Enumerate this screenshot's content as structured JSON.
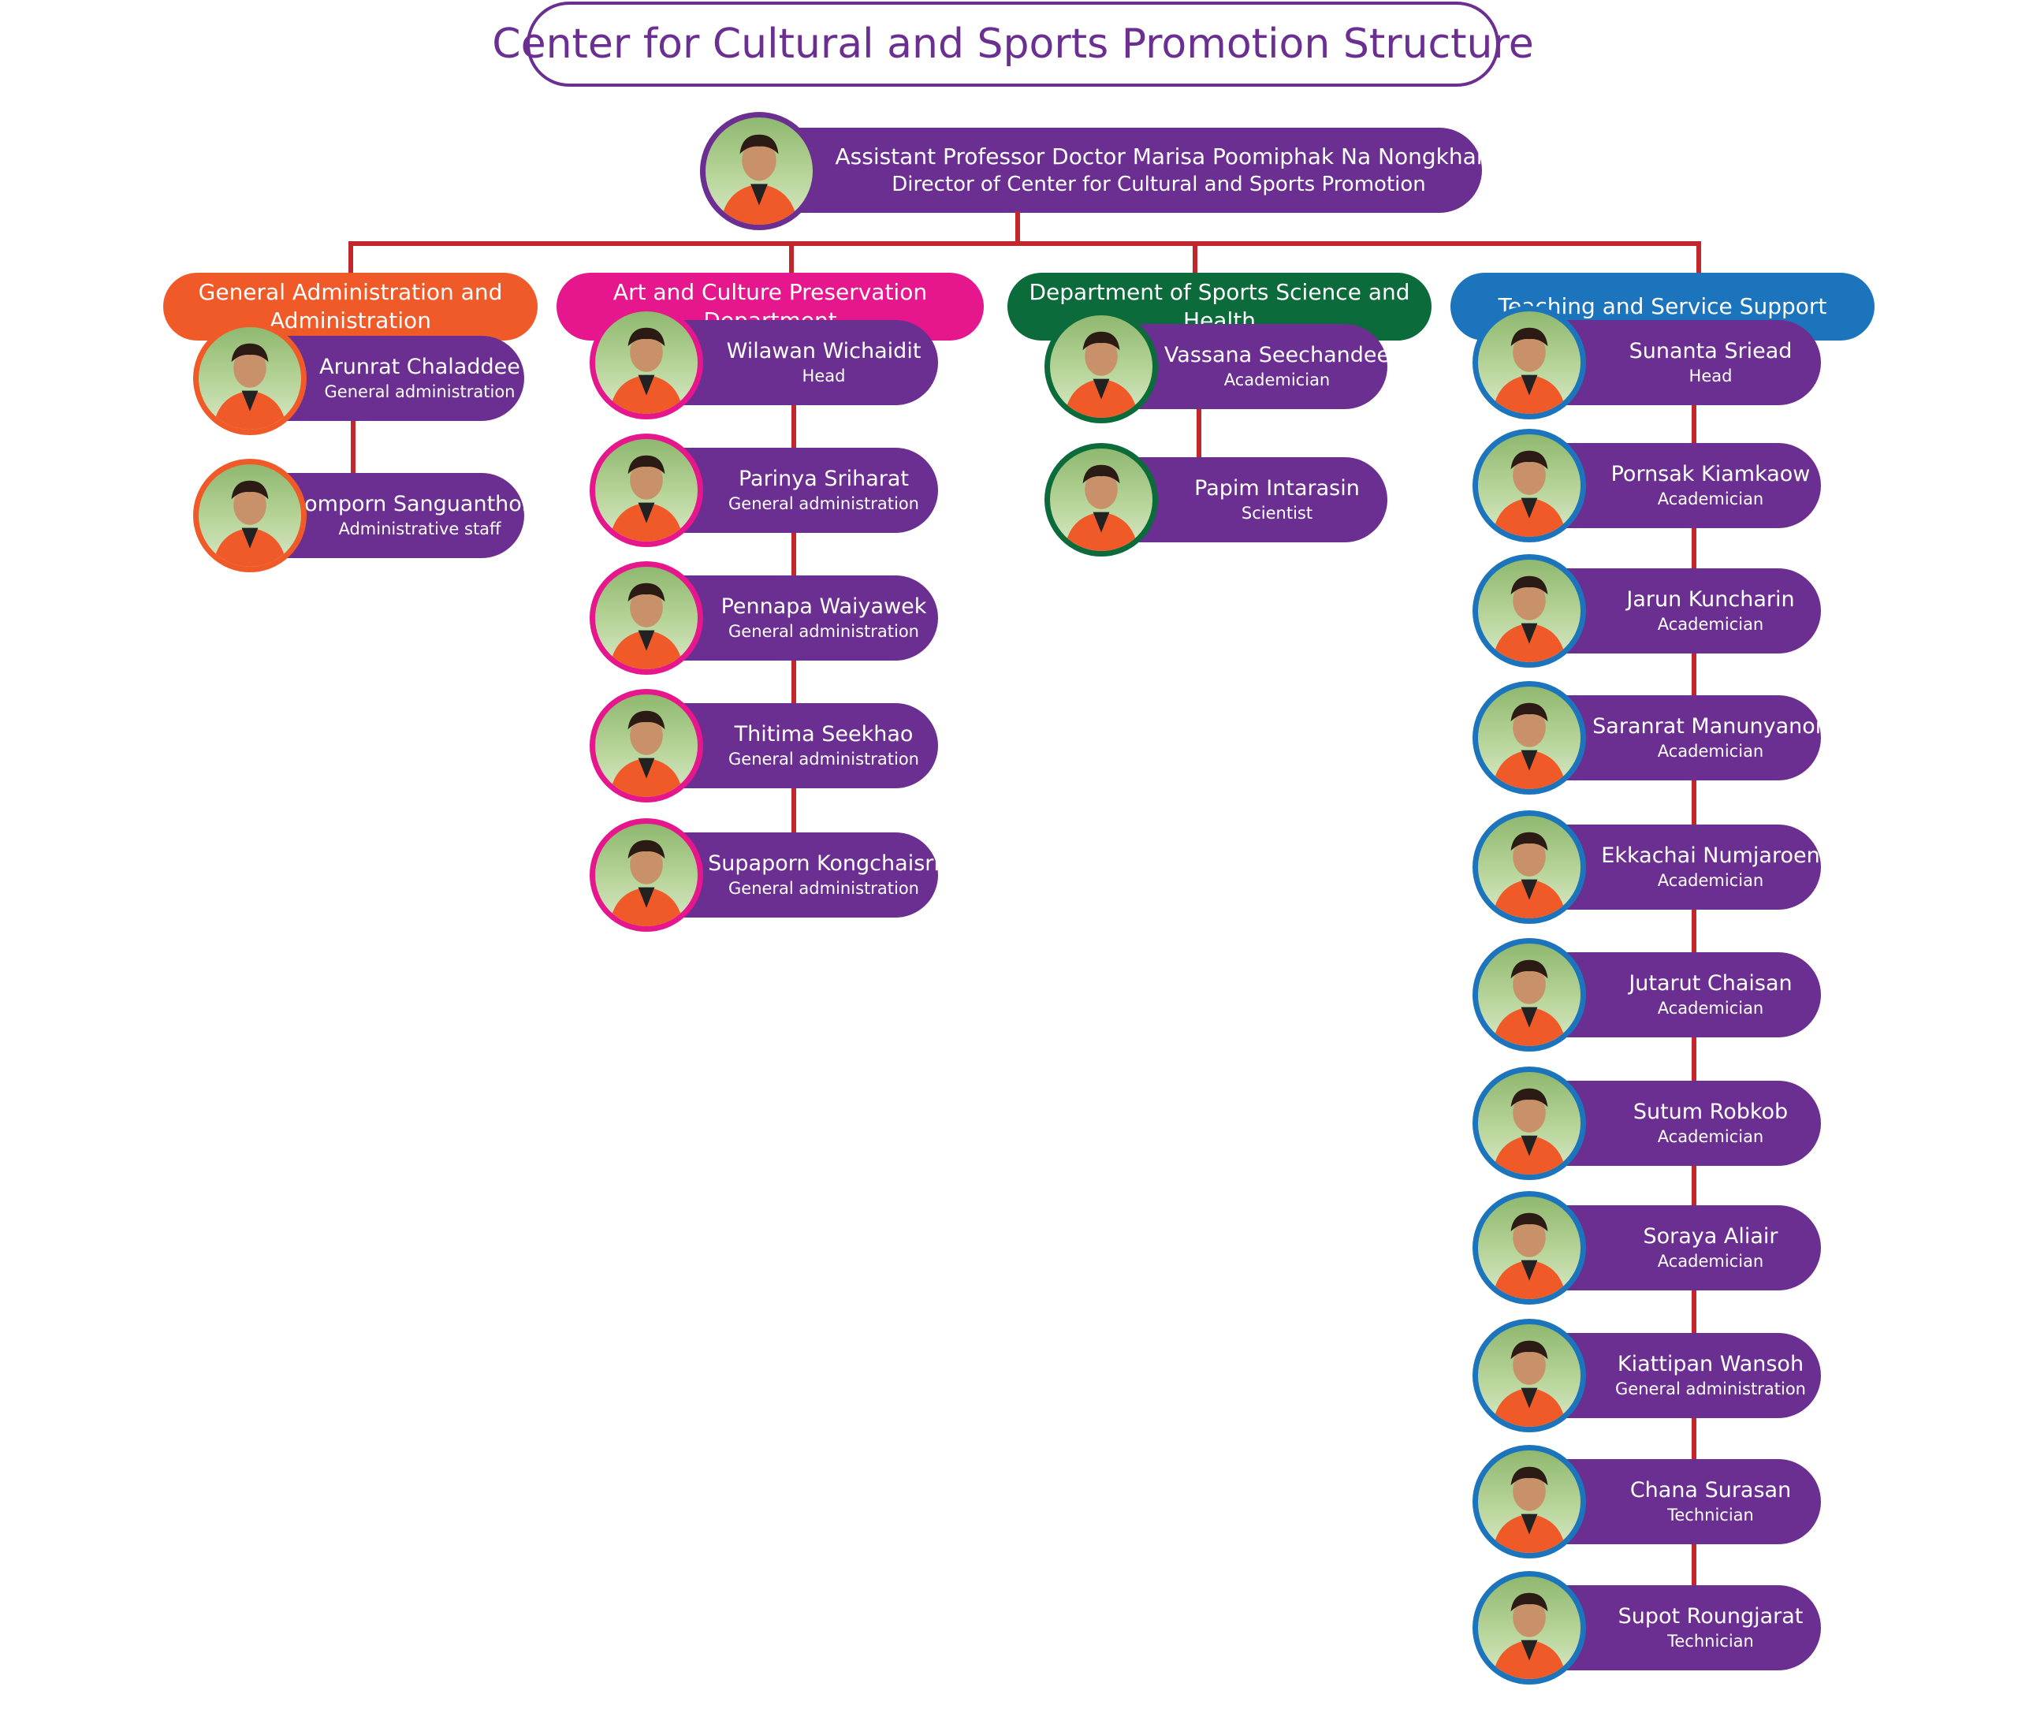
{
  "title": "Center for Cultural and Sports Promotion Structure",
  "colors": {
    "purple": "#6b2f91",
    "connector": "#c2272d",
    "orange": "#f05a28",
    "magenta": "#e6168c",
    "green": "#0b6b3a",
    "blue": "#1c75bc"
  },
  "director": {
    "name": "Assistant Professor Doctor Marisa Poomiphak Na Nongkhai",
    "role": "Director of Center for Cultural and Sports Promotion",
    "icon": "person-photo-icon"
  },
  "departments": [
    {
      "name": "General Administration and Administration",
      "color": "#f05a28",
      "members": [
        {
          "name": "Arunrat Chaladdee",
          "role": "General administration"
        },
        {
          "name": "Somporn Sanguanthong",
          "role": "Administrative  staff"
        }
      ]
    },
    {
      "name": "Art and Culture Preservation Department",
      "color": "#e6168c",
      "members": [
        {
          "name": "Wilawan Wichaidit",
          "role": "Head"
        },
        {
          "name": "Parinya Sriharat",
          "role": "General administration"
        },
        {
          "name": "Pennapa Waiyawek",
          "role": "General administration"
        },
        {
          "name": "Thitima Seekhao",
          "role": "General administration"
        },
        {
          "name": "Supaporn Kongchaisri",
          "role": "General administration"
        }
      ]
    },
    {
      "name": "Department of Sports Science and Health",
      "color": "#0b6b3a",
      "members": [
        {
          "name": "Vassana Seechandee",
          "role": "Academician"
        },
        {
          "name": "Papim Intarasin",
          "role": "Scientist"
        }
      ]
    },
    {
      "name": "Teaching and Service Support",
      "color": "#1c75bc",
      "members": [
        {
          "name": "Sunanta Sriead",
          "role": "Head"
        },
        {
          "name": "Pornsak Kiamkaow",
          "role": "Academician"
        },
        {
          "name": "Jarun Kuncharin",
          "role": "Academician"
        },
        {
          "name": "Saranrat Manunyanon",
          "role": "Academician"
        },
        {
          "name": "Ekkachai Numjaroen",
          "role": "Academician"
        },
        {
          "name": "Jutarut Chaisan",
          "role": "Academician"
        },
        {
          "name": "Sutum Robkob",
          "role": "Academician"
        },
        {
          "name": "Soraya Aliair",
          "role": "Academician"
        },
        {
          "name": "Kiattipan Wansoh",
          "role": "General administration"
        },
        {
          "name": "Chana Surasan",
          "role": "Technician"
        },
        {
          "name": "Supot Roungjarat",
          "role": "Technician"
        }
      ]
    }
  ]
}
